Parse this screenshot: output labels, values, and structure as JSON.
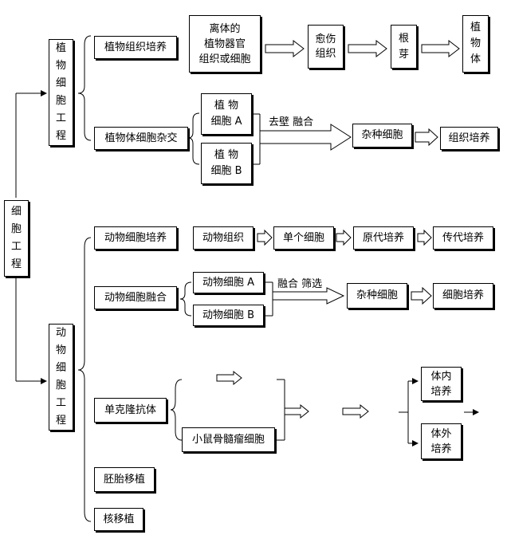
{
  "root": "细\n胞\n工\n程",
  "plant": {
    "label": "植\n物\n细\n胞\n工\n程",
    "tissue_culture": "植物组织培养",
    "explant": "离体的\n植物器官\n组织或细胞",
    "callus": "愈伤\n组织",
    "root_shoot": "根\n芽",
    "plantlet": "植\n物\n体",
    "somatic_hybrid": "植物体细胞杂交",
    "cell_a": "植    物\n细胞 A",
    "cell_b": "植    物\n细胞 B",
    "step_label": "去壁    融合",
    "hybrid_cell": "杂种细胞",
    "tissue_culture_end": "组织培养"
  },
  "animal": {
    "label": "动\n物\n细\n胞\n工\n程",
    "cell_culture": "动物细胞培养",
    "animal_tissue": "动物组织",
    "single_cell": "单个细胞",
    "primary_culture": "原代培养",
    "subculture": "传代培养",
    "cell_fusion": "动物细胞融合",
    "cell_a": "动物细胞 A",
    "cell_b": "动物细胞 B",
    "step_label": "融合  筛选",
    "hybrid_cell": "杂种细胞",
    "cell_culture_end": "细胞培养",
    "monoclonal": "单克隆抗体",
    "myeloma": "小鼠骨髓瘤细胞",
    "in_vivo": "体内\n培养",
    "in_vitro": "体外\n培养",
    "embryo_transfer": "胚胎移植",
    "nuclear_transfer": "核移植"
  }
}
